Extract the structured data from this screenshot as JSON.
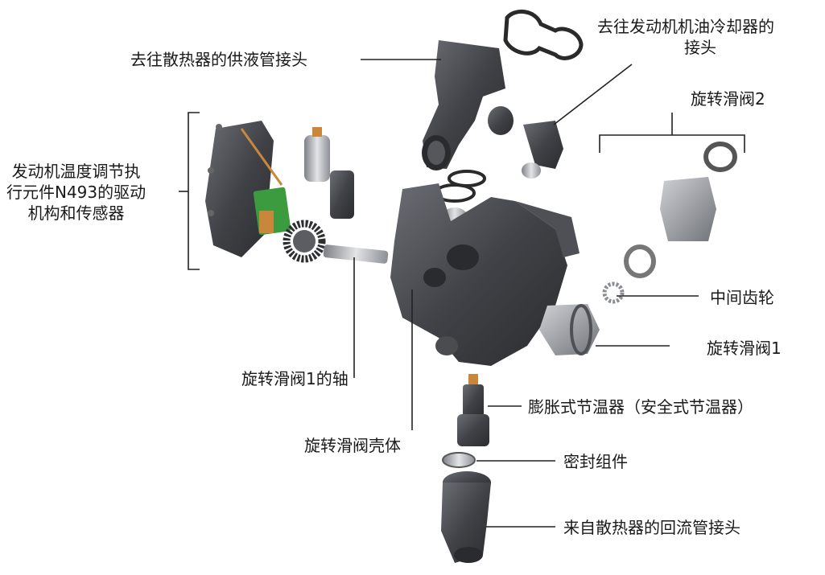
{
  "labels": {
    "radiator_supply": "去往散热器的供液管接头",
    "oil_cooler_line1": "去往发动机机油冷却器的",
    "oil_cooler_line2": "接头",
    "rotary_valve_2": "旋转滑阀2",
    "actuator_line1": "发动机温度调节执",
    "actuator_line2": "行元件N493的驱动",
    "actuator_line3": "机构和传感器",
    "intermediate_gear": "中间齿轮",
    "rotary_valve_1": "旋转滑阀1",
    "rotary_valve_1_shaft": "旋转滑阀1的轴",
    "wax_thermostat": "膨胀式节温器（安全式节温器）",
    "valve_housing": "旋转滑阀壳体",
    "seal_assembly": "密封组件",
    "radiator_return": "来自散热器的回流管接头"
  },
  "colors": {
    "part_dark": "#3a3b3e",
    "part_mid": "#5b5d62",
    "part_light": "#8a8d93",
    "metal": "#b7b9bd",
    "pcb": "#3c9a3f",
    "copper": "#c9873c",
    "line": "#222222"
  }
}
